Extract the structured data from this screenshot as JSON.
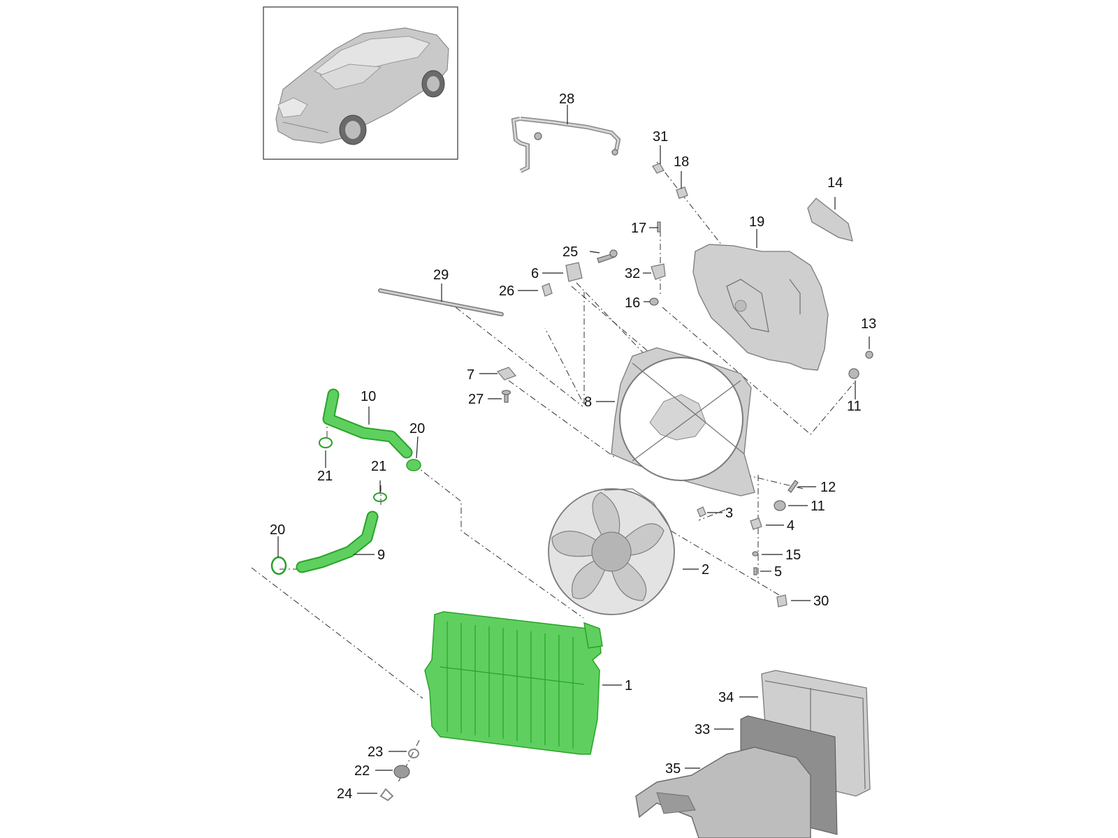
{
  "diagram": {
    "labels": {
      "p1": "1",
      "p2": "2",
      "p3": "3",
      "p4": "4",
      "p5": "5",
      "p6": "6",
      "p7": "7",
      "p8": "8",
      "p9": "9",
      "p10": "10",
      "p11a": "11",
      "p11b": "11",
      "p12": "12",
      "p13": "13",
      "p14": "14",
      "p15": "15",
      "p16": "16",
      "p17": "17",
      "p18": "18",
      "p19": "19",
      "p20a": "20",
      "p20b": "20",
      "p21a": "21",
      "p21b": "21",
      "p22": "22",
      "p23": "23",
      "p24": "24",
      "p25": "25",
      "p26": "26",
      "p27": "27",
      "p28": "28",
      "p29": "29",
      "p30": "30",
      "p31": "31",
      "p32": "32",
      "p33": "33",
      "p34": "34",
      "p35": "35"
    },
    "colors": {
      "highlight": "#5fd05f",
      "highlight_stroke": "#27a327",
      "part_fill": "#cfcfcf",
      "line": "#222222"
    }
  }
}
